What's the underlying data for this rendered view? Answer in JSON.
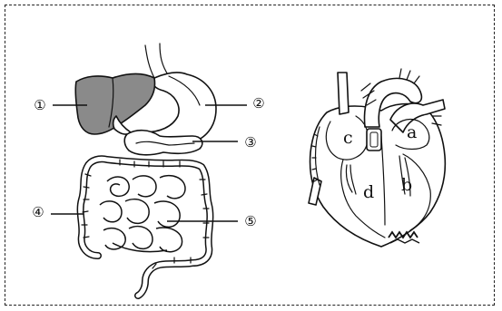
{
  "digestive_system": {
    "labels": [
      "①",
      "②",
      "③",
      "④",
      "⑤"
    ]
  },
  "heart": {
    "labels": [
      "a",
      "b",
      "c",
      "d"
    ]
  }
}
